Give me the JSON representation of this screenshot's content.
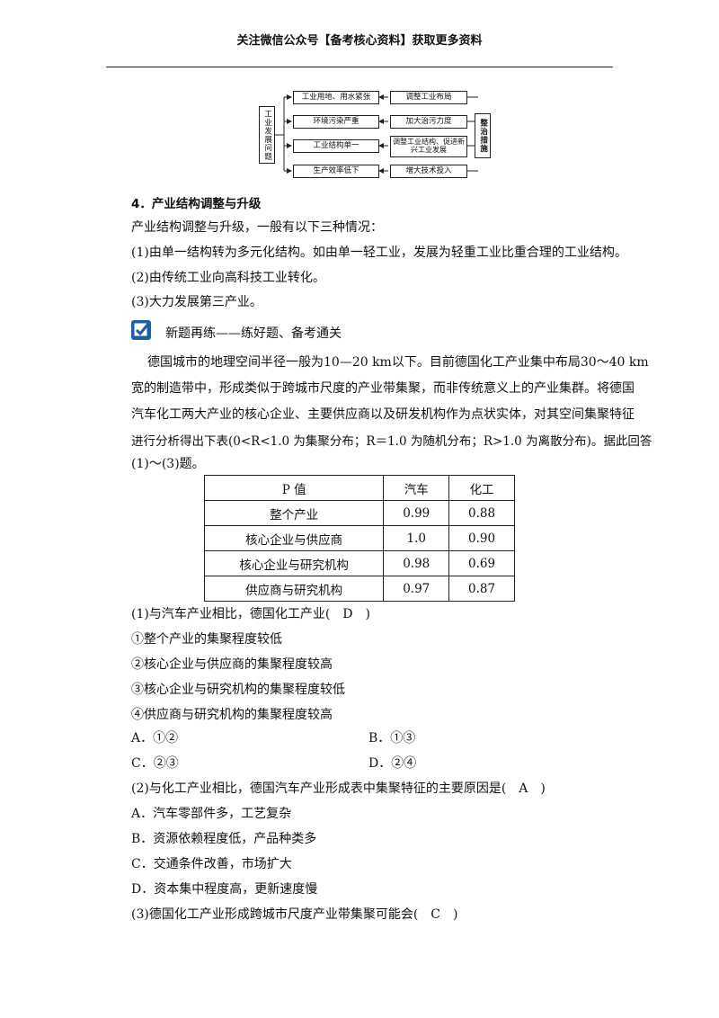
{
  "header": {
    "text": "关注微信公众号【备考核心资料】获取更多资料"
  },
  "diagram": {
    "left_label": "工业发展问题",
    "right_label": "整治措施",
    "problems": [
      "工业用地、用水紧张",
      "环境污染严重",
      "工业结构单一",
      "生产效率低下"
    ],
    "measures": [
      "调整工业布局",
      "加大治污力度",
      "调整工业结构、促进新兴工业发展",
      "增大技术投入"
    ]
  },
  "section4": {
    "title": "4．产业结构调整与升级",
    "intro": "产业结构调整与升级，一般有以下三种情况：",
    "items": [
      "(1)由单一结构转为多元化结构。如由单一轻工业，发展为轻重工业比重合理的工业结构。",
      "(2)由传统工业向高科技工业转化。",
      "(3)大力发展第三产业。"
    ]
  },
  "practice": {
    "heading": "新题再练——练好题、备考通关",
    "passage": [
      "德国城市的地理空间半径一般为10—20 km以下。目前德国化工产业集中布局30～40 km",
      "宽的制造带中，形成类似于跨城市尺度的产业带集聚，而非传统意义上的产业集群。将德国",
      "汽车化工两大产业的核心企业、主要供应商以及研发机构作为点状实体，对其空间集聚特征",
      "进行分析得出下表(0<R<1.0 为集聚分布；R＝1.0 为随机分布；R>1.0 为离散分布)。据此回答",
      "(1)～(3)题。"
    ]
  },
  "table": {
    "headers": [
      "P 值",
      "汽车",
      "化工"
    ],
    "rows": [
      [
        "整个产业",
        "0.99",
        "0.88"
      ],
      [
        "核心企业与供应商",
        "1.0",
        "0.90"
      ],
      [
        "核心企业与研究机构",
        "0.98",
        "0.69"
      ],
      [
        "供应商与研究机构",
        "0.97",
        "0.87"
      ]
    ]
  },
  "q1": {
    "stem": "(1)与汽车产业相比，德国化工产业(　D　)",
    "statements": [
      "①整个产业的集聚程度较低",
      "②核心企业与供应商的集聚程度较高",
      "③核心企业与研究机构的集聚程度较低",
      "④供应商与研究机构的集聚程度较高"
    ],
    "options": [
      "A．①②",
      "B．①③",
      "C．②③",
      "D．②④"
    ]
  },
  "q2": {
    "stem": "(2)与化工产业相比，德国汽车产业形成表中集聚特征的主要原因是(　A　)",
    "options": [
      "A．汽车零部件多，工艺复杂",
      "B．资源依赖程度低，产品种类多",
      "C．交通条件改善，市场扩大",
      "D．资本集中程度高，更新速度慢"
    ]
  },
  "q3": {
    "stem": "(3)德国化工产业形成跨城市尺度产业带集聚可能会(　C　)"
  }
}
